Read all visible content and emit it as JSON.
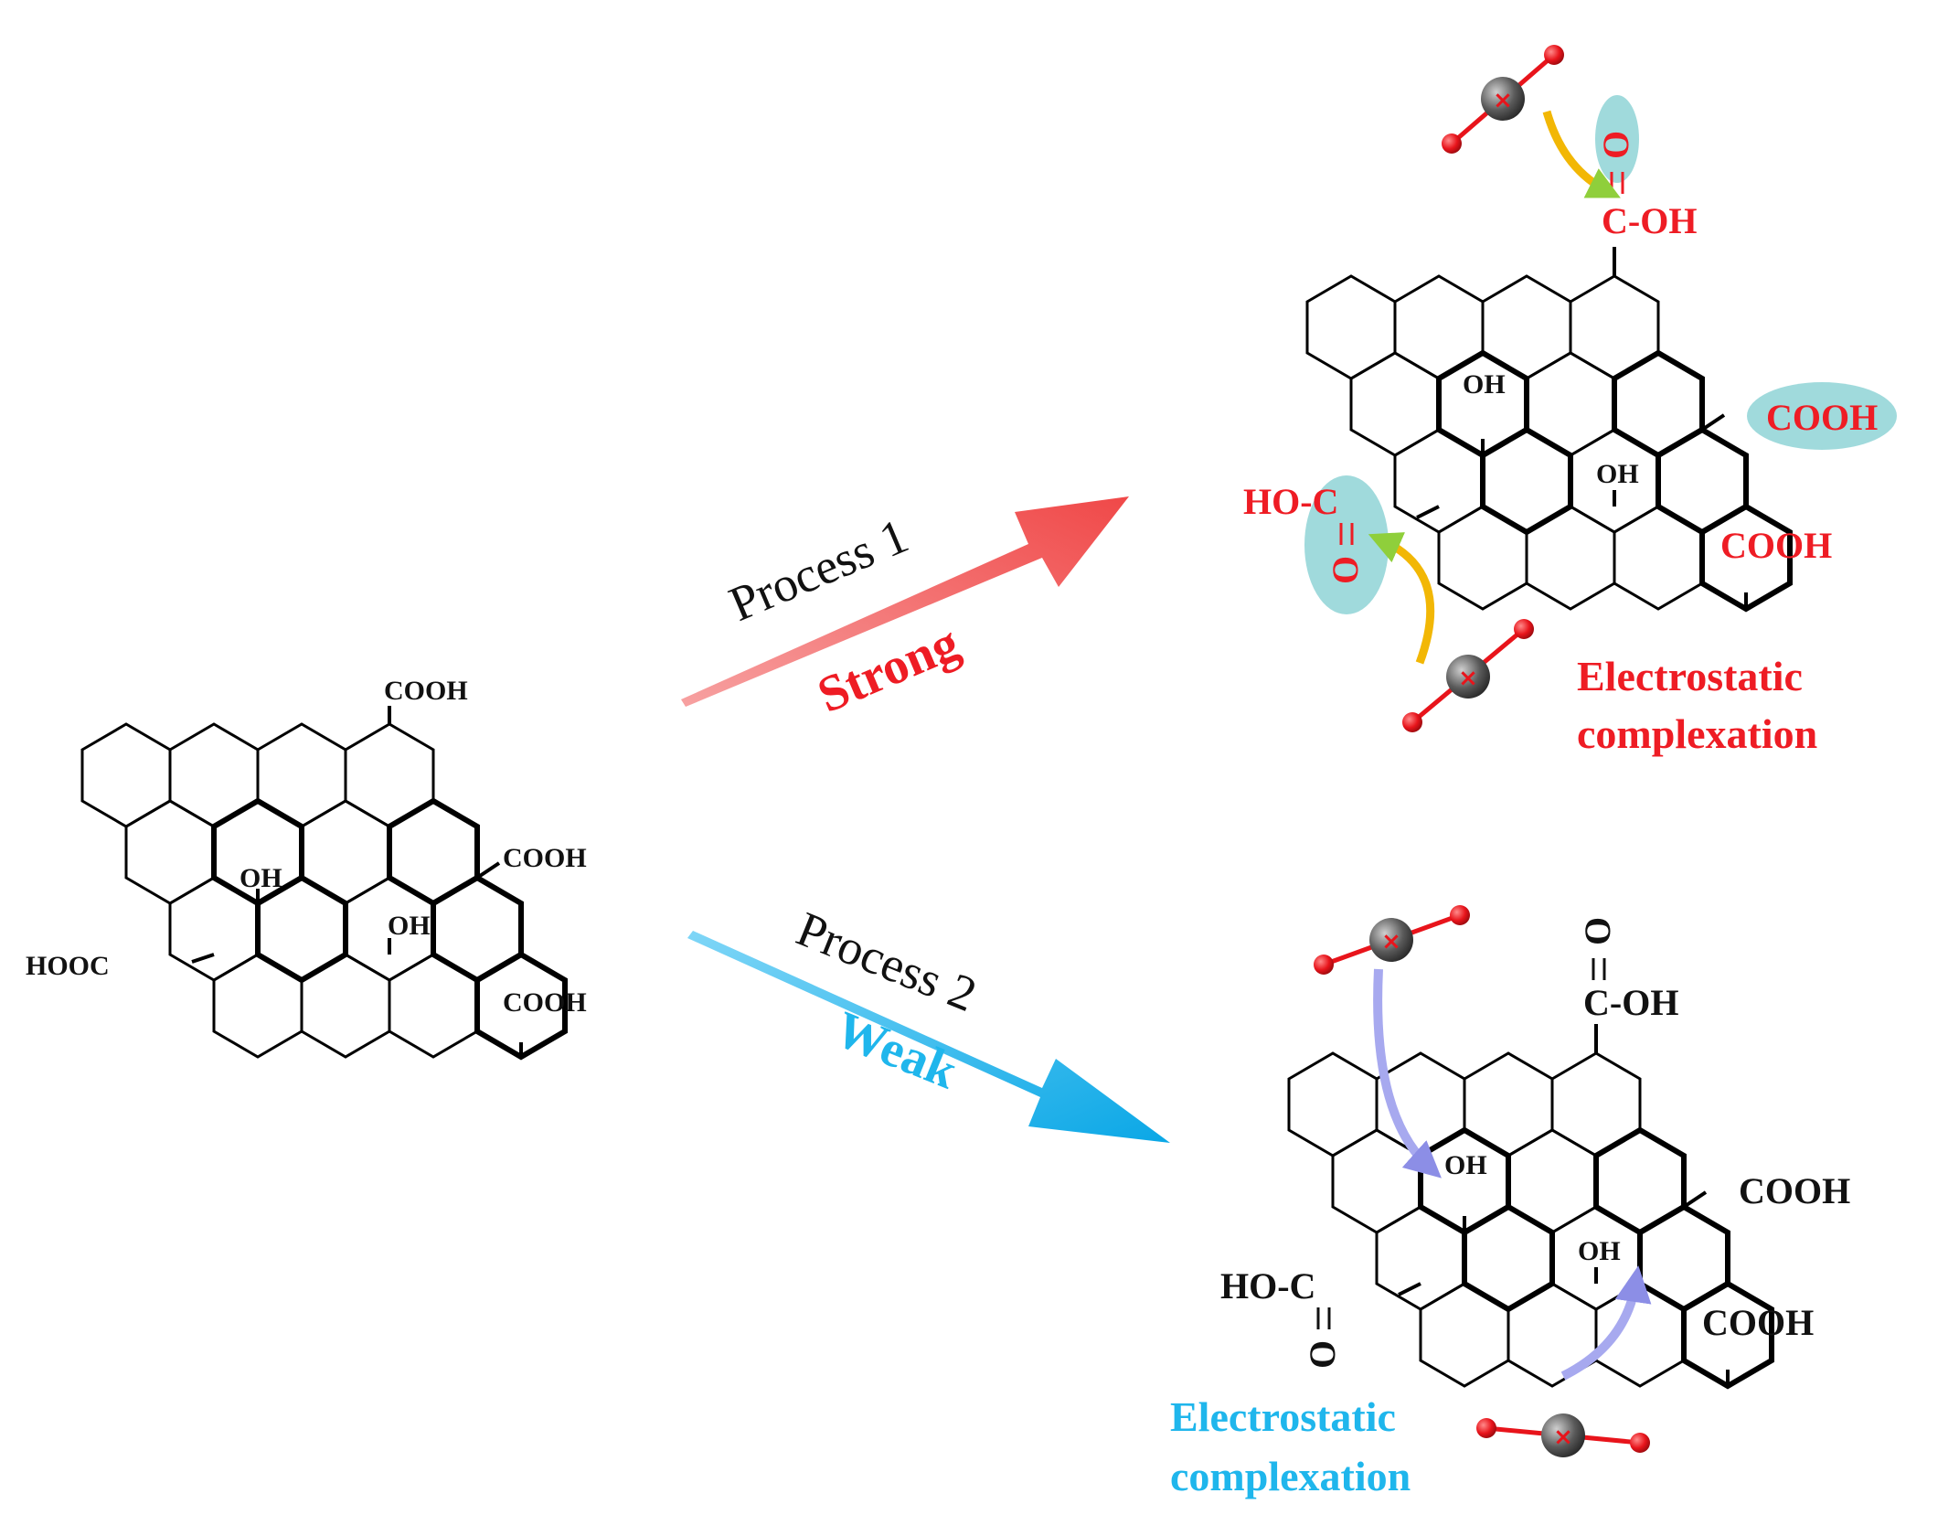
{
  "figure": {
    "source_sheet": {
      "labels": {
        "cooh_top": "COOH",
        "cooh_right": "COOH",
        "cooh_bottom": "COOH",
        "hooc_left": "HOOC",
        "oh_1": "OH",
        "oh_2": "OH"
      }
    },
    "process_1": {
      "label": "Process 1",
      "strength": "Strong",
      "arrow_color": "#f05a5a"
    },
    "process_2": {
      "label": "Process 2",
      "strength": "Weak",
      "arrow_color": "#1ab4ee"
    },
    "product_strong": {
      "labels": {
        "c_oh_top": "C-OH",
        "o_top": "O",
        "cooh_right": "COOH",
        "cooh_bottom": "COOH",
        "ho_c_left": "HO-C",
        "o_left": "O",
        "oh_1": "OH",
        "oh_2": "OH"
      },
      "caption_line1": "Electrostatic",
      "caption_line2": "complexation",
      "accent_color": "#ee1c24",
      "highlight_color": "#8fd3d6",
      "arrow_color": "#f2b705"
    },
    "product_weak": {
      "labels": {
        "c_oh_top": "C-OH",
        "o_top": "O",
        "cooh_right": "COOH",
        "cooh_bottom": "COOH",
        "ho_c_left": "HO-C",
        "o_left": "O",
        "oh_1": "OH",
        "oh_2": "OH"
      },
      "caption_line1": "Electrostatic",
      "caption_line2": "complexation",
      "accent_color": "#1fb6ec",
      "arrow_color": "#a7a9ef"
    },
    "ion": {
      "center_color": "#555555",
      "atom_color": "#e8141b",
      "marker_color": "#e8141b"
    }
  }
}
